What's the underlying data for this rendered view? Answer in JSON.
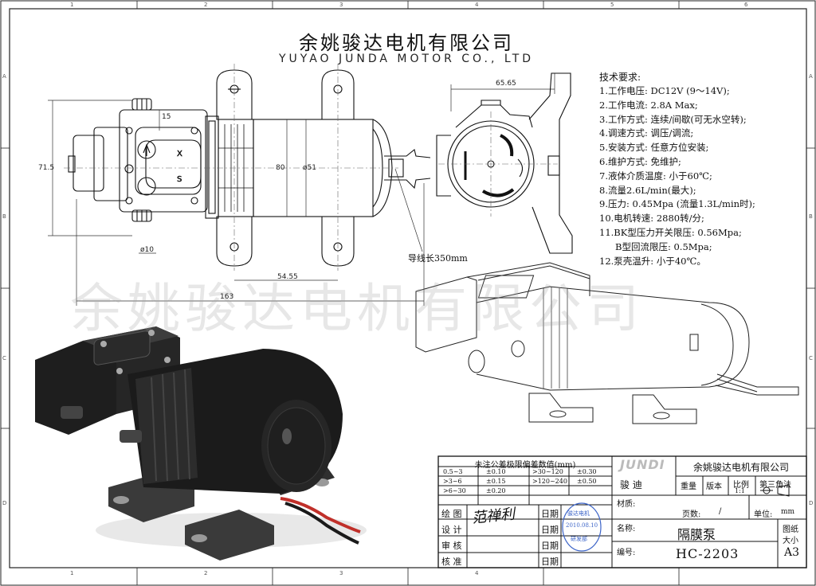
{
  "header": {
    "company_cn": "余姚骏达电机有限公司",
    "company_en": "YUYAO JUNDA MOTOR CO., LTD"
  },
  "watermark": "余姚骏达电机有限公司",
  "zone_labels": {
    "columns": [
      "1",
      "2",
      "3",
      "4",
      "5",
      "6"
    ],
    "rows": [
      "A",
      "B",
      "C",
      "D"
    ]
  },
  "dimensions": {
    "d15": "15",
    "d715": "71.5",
    "d80": "80",
    "d51": "ø51",
    "d10": "ø10",
    "d5455": "54.55",
    "d163": "163",
    "d6565": "65.65",
    "wire_length": "导线长350mm"
  },
  "specs": {
    "title": "技术要求:",
    "items": [
      "1.工作电压: DC12V (9～14V);",
      "2.工作电流: 2.8A Max;",
      "3.工作方式: 连续/间歇(可无水空转);",
      "4.调速方式: 调压/调流;",
      "5.安装方式: 任意方位安装;",
      "6.维护方式: 免维护;",
      "7.液体介质温度: 小于60℃;",
      "8.流量2.6L/min(最大);",
      "9.压力: 0.45Mpa (流量1.3L/min时);",
      "10.电机转速: 2880转/分;",
      "11.BK型压力开关限压: 0.56Mpa;",
      "B型回流限压: 0.5Mpa;",
      "12.泵壳温升: 小于40℃。"
    ]
  },
  "title_block": {
    "tolerance_title": "未注公差极限偏差数值(mm)",
    "tol_left": [
      [
        "0.5~3",
        "±0.10"
      ],
      [
        ">3~6",
        "±0.15"
      ],
      [
        ">6~30",
        "±0.20"
      ]
    ],
    "tol_right": [
      [
        ">30~120",
        "±0.30"
      ],
      [
        ">120~240",
        "±0.50"
      ]
    ],
    "rows": [
      "绘 图",
      "设 计",
      "审 核",
      "核 准"
    ],
    "date_label": "日期",
    "signature": "范禅利",
    "stamp_line1": "骏达电机",
    "stamp_line2": "2010.08.10",
    "stamp_line3": "研发部",
    "logo_text": "JUNDI",
    "logo_cn": "骏  迪",
    "company": "余姚骏达电机有限公司",
    "weight_label": "重量",
    "version_label": "版本",
    "scale_label": "比例",
    "scale_value": "1:1",
    "projection_label": "第三角法",
    "material_label": "材质:",
    "pages_label": "页数:",
    "pages_sep": "/",
    "unit_label": "单位:",
    "unit_value": "mm",
    "name_label": "名称:",
    "name_value": "隔膜泵",
    "paper_label1": "图纸",
    "paper_label2": "大小",
    "paper_value": "A3",
    "code_label": "编号:",
    "code_value": "HC-2203"
  }
}
